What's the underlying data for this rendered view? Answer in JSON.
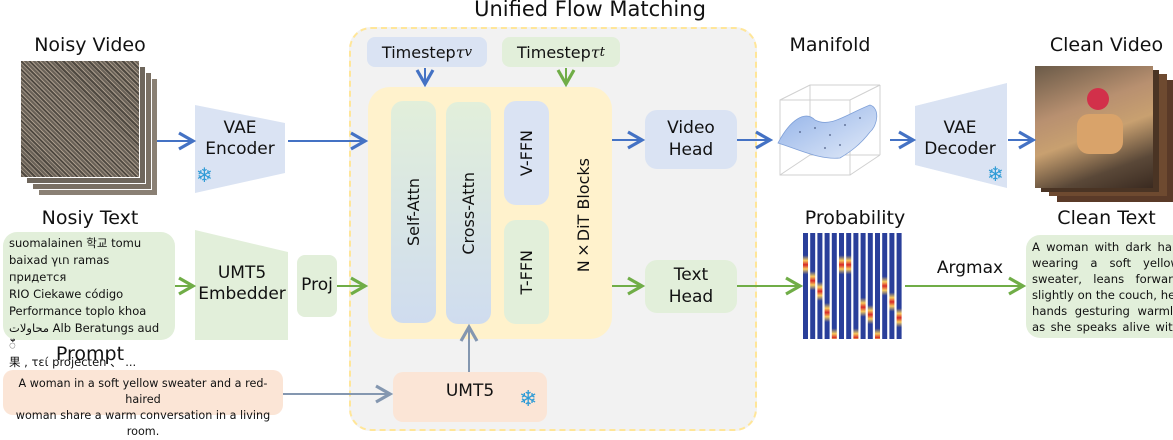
{
  "title": "Unified Flow Matching",
  "inputs": {
    "noisy_video": {
      "label": "Noisy Video"
    },
    "noisy_text": {
      "label": "Nosiy Text",
      "lines": [
        "suomalainen 학교 tomu",
        "baixad γιח ramas придется",
        "RIO Ciekawe código",
        "Performance toplo khoa",
        "محاولات Alb Beratungs aud ꯩ",
        "果 , τεί projecten 、 ..."
      ]
    },
    "prompt": {
      "label": "Prompt",
      "lines": [
        "A woman in a soft yellow sweater and a red-haired",
        "woman share a warm conversation in a living room."
      ]
    }
  },
  "encoders": {
    "vae_encoder": {
      "line1": "VAE",
      "line2": "Encoder",
      "frozen": true
    },
    "umt5_embedder": {
      "line1": "UMT5",
      "line2": "Embedder"
    },
    "proj": {
      "label": "Proj"
    },
    "umt5": {
      "label": "UMT5",
      "frozen": true
    }
  },
  "flow": {
    "timestep_v": {
      "label": "Timestep",
      "symbol": "τ",
      "sub": "v"
    },
    "timestep_t": {
      "label": "Timestep",
      "symbol": "τ",
      "sub": "t"
    },
    "blocks": {
      "self_attn": "Self-Attn",
      "cross_attn": "Cross-Attn",
      "v_ffn": "V-FFN",
      "t_ffn": "T-FFN",
      "repeat": "N×DiT Blocks"
    },
    "video_head": {
      "line1": "Video",
      "line2": "Head"
    },
    "text_head": {
      "line1": "Text",
      "line2": "Head"
    }
  },
  "outputs": {
    "manifold": {
      "label": "Manifold"
    },
    "probability": {
      "label": "Probability",
      "peaks": [
        0.3,
        0.45,
        0.55,
        0.75,
        0.99,
        0.3,
        0.3,
        0.99,
        0.7,
        0.77,
        0.99,
        0.5,
        0.65,
        0.8
      ]
    },
    "argmax": {
      "label": "Argmax"
    },
    "vae_decoder": {
      "line1": "VAE",
      "line2": "Decoder",
      "frozen": true
    },
    "clean_video": {
      "label": "Clean Video"
    },
    "clean_text": {
      "label": "Clean Text",
      "text": "A woman with dark hair wearing a soft yellow sweater, leans forward slightly on the couch, her hands gesturing warmly as she speaks alive with ..."
    }
  },
  "colors": {
    "video_path": "#4472c4",
    "text_path": "#70ad47",
    "prompt_path": "#8497b0",
    "frozen": "#2e9bd6",
    "panel_bg": "#f2f2f2",
    "panel_border": "#ffe699",
    "block_bg": "#fff2cc"
  }
}
